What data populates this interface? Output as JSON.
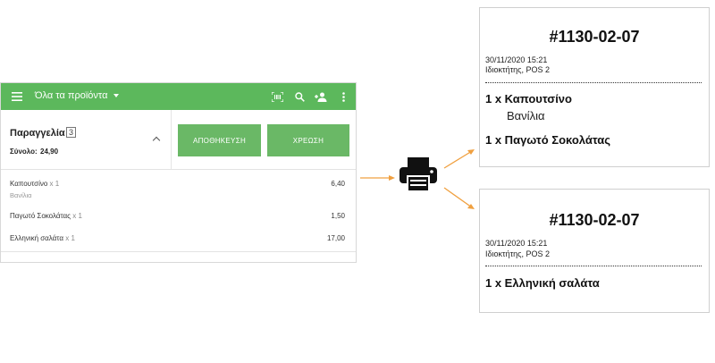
{
  "appbar": {
    "title": "Όλα τα προϊόντα",
    "icons": [
      "menu-icon",
      "barcode-icon",
      "search-icon",
      "add-person-icon",
      "more-vert-icon"
    ],
    "color": "#5cb85c"
  },
  "order": {
    "title": "Παραγγελία",
    "count": "3",
    "total_label": "Σύνολο:",
    "total_value": "24,90",
    "items": [
      {
        "name": "Καπουτσίνο",
        "qty": "x 1",
        "note": "Βανίλια",
        "price": "6,40"
      },
      {
        "name": "Παγωτό Σοκολάτας",
        "qty": "x 1",
        "note": "",
        "price": "1,50"
      },
      {
        "name": "Ελληνική σαλάτα",
        "qty": "x 1",
        "note": "",
        "price": "17,00"
      }
    ]
  },
  "buttons": {
    "save": "ΑΠΟΘΗΚΕΥΣΗ",
    "charge": "ΧΡΕΩΣΗ",
    "color": "#6ab866"
  },
  "tickets": [
    {
      "number": "#1130-02-07",
      "datetime": "30/11/2020 15:21",
      "owner": "Ιδιοκτήτης, POS 2",
      "lines": [
        "1 x Καπουτσίνο",
        "1 x Παγωτό Σοκολάτας"
      ],
      "modifier": "Βανίλια"
    },
    {
      "number": "#1130-02-07",
      "datetime": "30/11/2020 15:21",
      "owner": "Ιδιοκτήτης, POS 2",
      "lines": [
        "1 x Ελληνική σαλάτα"
      ]
    }
  ],
  "arrow_color": "#f0a040"
}
